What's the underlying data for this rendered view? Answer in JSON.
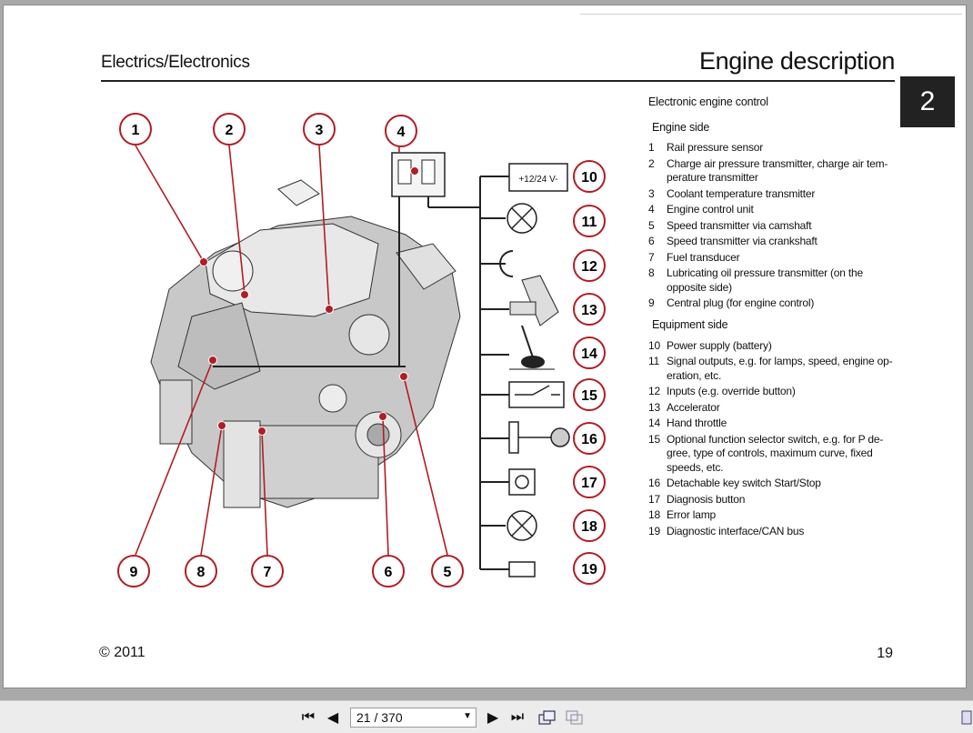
{
  "header": {
    "left": "Electrics/Electronics",
    "right": "Engine description",
    "chapter": "2"
  },
  "diagram": {
    "engine_callouts": [
      "1",
      "2",
      "3",
      "4",
      "5",
      "6",
      "7",
      "8",
      "9"
    ],
    "equipment_callouts": [
      "10",
      "11",
      "12",
      "13",
      "14",
      "15",
      "16",
      "17",
      "18",
      "19"
    ],
    "battery_label": "+12/24 V-"
  },
  "legend": {
    "title": "Electronic engine control",
    "engine_side_title": "Engine side",
    "engine_side": [
      {
        "n": "1",
        "t": "Rail pressure sensor"
      },
      {
        "n": "2",
        "t": "Charge air pressure transmitter, charge air tem-perature transmitter"
      },
      {
        "n": "3",
        "t": "Coolant temperature transmitter"
      },
      {
        "n": "4",
        "t": "Engine control unit"
      },
      {
        "n": "5",
        "t": "Speed transmitter via camshaft"
      },
      {
        "n": "6",
        "t": "Speed transmitter via crankshaft"
      },
      {
        "n": "7",
        "t": "Fuel transducer"
      },
      {
        "n": "8",
        "t": "Lubricating oil pressure transmitter (on the opposite side)"
      },
      {
        "n": "9",
        "t": "Central plug (for engine control)"
      }
    ],
    "equipment_side_title": "Equipment side",
    "equipment_side": [
      {
        "n": "10",
        "t": "Power supply (battery)"
      },
      {
        "n": "11",
        "t": "Signal outputs, e.g. for lamps, speed, engine op-eration, etc."
      },
      {
        "n": "12",
        "t": "Inputs (e.g. override button)"
      },
      {
        "n": "13",
        "t": "Accelerator"
      },
      {
        "n": "14",
        "t": "Hand throttle"
      },
      {
        "n": "15",
        "t": "Optional function selector switch, e.g. for P de-gree, type of controls, maximum curve, fixed speeds, etc."
      },
      {
        "n": "16",
        "t": "Detachable key switch Start/Stop"
      },
      {
        "n": "17",
        "t": "Diagnosis button"
      },
      {
        "n": "18",
        "t": "Error lamp"
      },
      {
        "n": "19",
        "t": "Diagnostic interface/CAN bus"
      }
    ]
  },
  "footer": {
    "left": "© 2011",
    "right": "19"
  },
  "toolbar": {
    "page_value": "21 / 370"
  }
}
